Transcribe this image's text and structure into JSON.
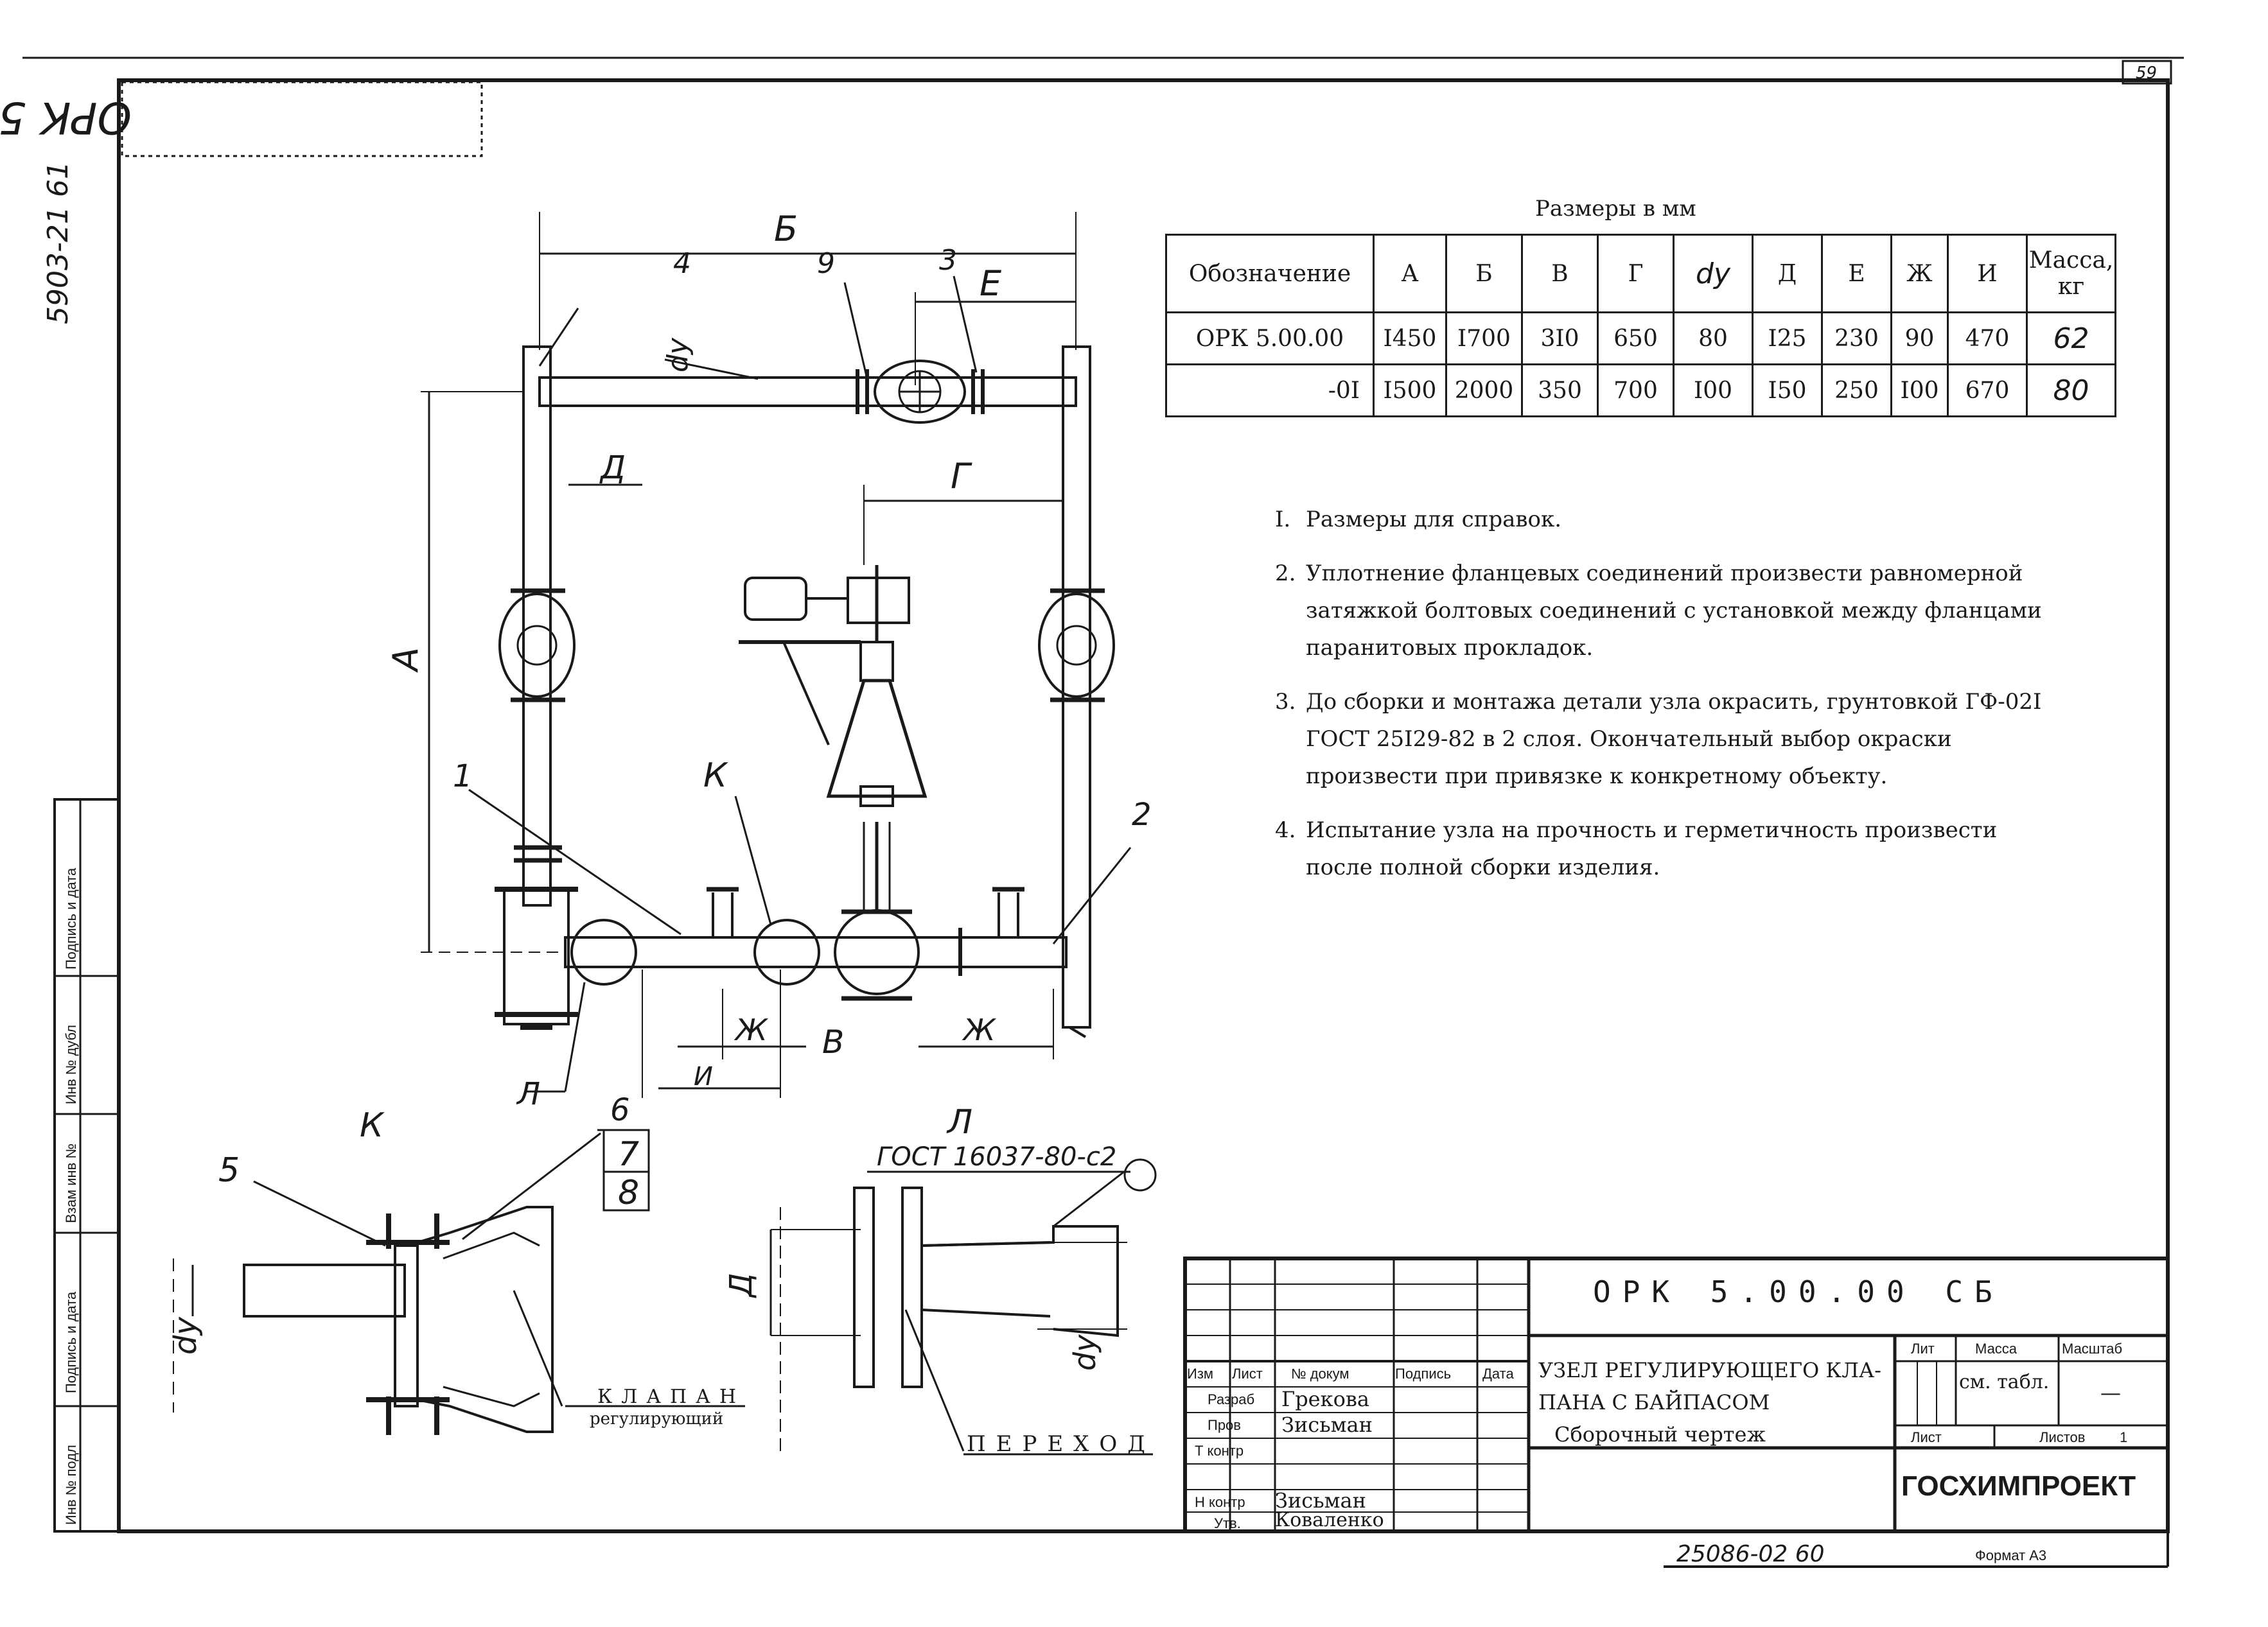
{
  "drawing_code_top": "ОРК 5.00.00СБ",
  "side_number": "5903-21 61",
  "sheet_tag": "59",
  "dimension_labels": {
    "b": "Б",
    "e": "Е",
    "d_y": "dу",
    "d": "Д",
    "g": "Г",
    "a": "А",
    "k": "К",
    "zh": "Ж",
    "v": "В",
    "i": "И",
    "l": "Л"
  },
  "callouts": [
    "1",
    "2",
    "3",
    "4",
    "9",
    "5",
    "6",
    "7",
    "8"
  ],
  "detail_k": {
    "title": "К",
    "text": "КЛАПАН",
    "subtext": "регулирующий"
  },
  "detail_l": {
    "title": "Л",
    "gost": "ГОСТ 16037-80-с2",
    "text": "ПЕРЕХОД"
  },
  "left_strip": [
    "Инв № подл",
    "Подпись и дата",
    "Взам инв №",
    "Инв № дубл",
    "Подпись и дата"
  ],
  "table": {
    "caption": "Размеры в мм",
    "headers": [
      "Обозначение",
      "А",
      "Б",
      "В",
      "Г",
      "dу",
      "Д",
      "Е",
      "Ж",
      "И",
      "Масса, кг"
    ],
    "rows": [
      [
        "ОРК 5.00.00",
        "I450",
        "I700",
        "3I0",
        "650",
        "80",
        "I25",
        "230",
        "90",
        "470",
        "62"
      ],
      [
        "-0I",
        "I500",
        "2000",
        "350",
        "700",
        "I00",
        "I50",
        "250",
        "I00",
        "670",
        "80"
      ]
    ]
  },
  "notes": [
    {
      "num": "I.",
      "text": "Размеры для справок."
    },
    {
      "num": "2.",
      "text": "Уплотнение фланцевых соединений произвести равномерной затяжкой болтовых соединений с установкой между фланцами паранитовых прокладок."
    },
    {
      "num": "3.",
      "text": "До сборки и монтажа детали узла окрасить, грунтовкой ГФ-02I ГОСТ 25I29-82 в 2 слоя. Окончательный выбор окраски произвести при привязке к конкретному объекту."
    },
    {
      "num": "4.",
      "text": "Испытание узла на прочность и герметичность произвести после полной сборки изделия."
    }
  ],
  "title_block": {
    "code": "ОРК 5.00.00 СБ",
    "title_line1": "УЗЕЛ РЕГУЛИРУЮЩЕГО КЛА-",
    "title_line2": "ПАНА С БАЙПАСОМ",
    "title_line3": "Сборочный чертеж",
    "col_izm": "Изм",
    "col_list": "Лист",
    "col_doc": "№ докум",
    "col_sign": "Подпись",
    "col_date": "Дата",
    "razrab_label": "Разраб",
    "razrab_name": "Грекова",
    "prov_label": "Пров",
    "prov_name": "Зисьман",
    "tkontr_label": "Т контр",
    "nkontr_label": "Н контр",
    "nkontr_name": "Зисьман",
    "utv_label": "Утв.",
    "utv_name": "Коваленко",
    "lit_label": "Лит",
    "massa_label": "Масса",
    "masshtab_label": "Масштаб",
    "massa_value": "см. табл.",
    "masshtab_value": "—",
    "list_label": "Лист",
    "listov_label": "Листов",
    "listov_value": "1",
    "org": "ГОСХИМПРОЕКТ"
  },
  "bottom_number": "25086-02 60",
  "format": "Формат А3"
}
